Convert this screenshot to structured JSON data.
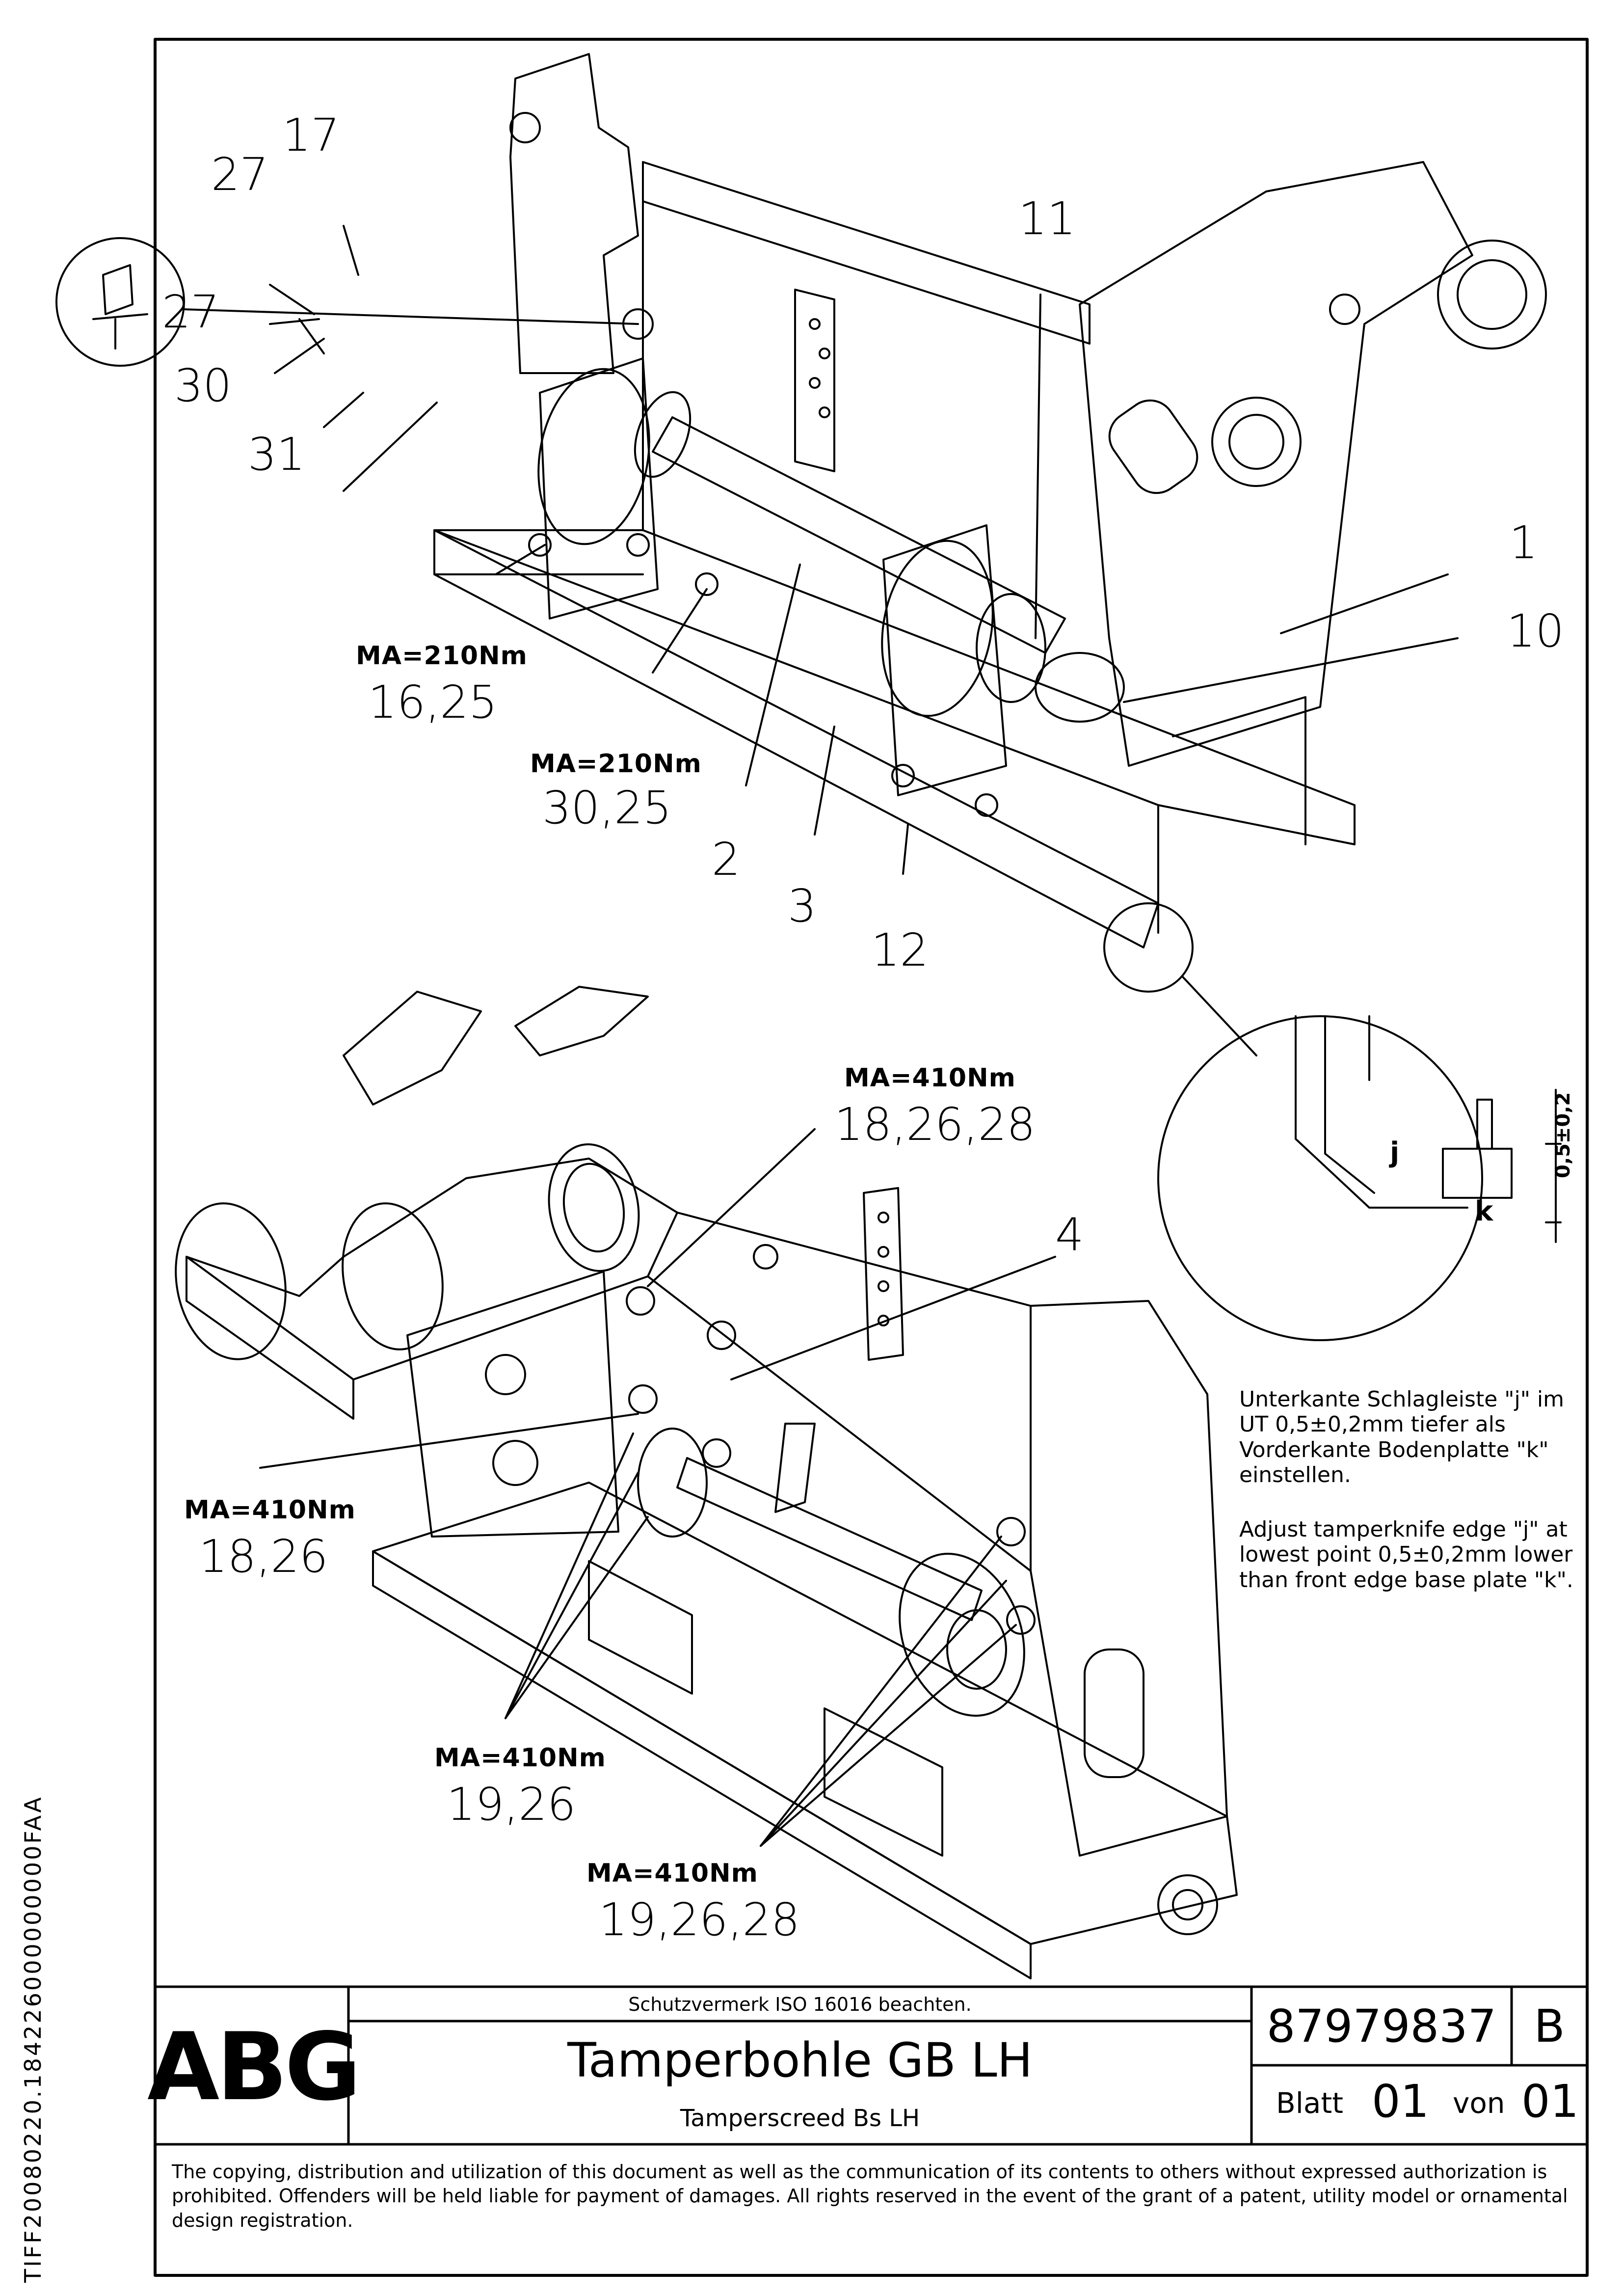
{
  "side_code": "TIFF20080220.184226000000000FAA",
  "callouts": {
    "c17": "17",
    "c27a": "27",
    "c27b": "27",
    "c30": "30",
    "c31": "31",
    "c11": "11",
    "c1": "1",
    "c10": "10",
    "c2": "2",
    "c3": "3",
    "c12": "12",
    "c4": "4"
  },
  "torques": [
    {
      "ma": "MA=210Nm",
      "refs": "16,25"
    },
    {
      "ma": "MA=210Nm",
      "refs": "30,25"
    },
    {
      "ma": "MA=410Nm",
      "refs": "18,26,28"
    },
    {
      "ma": "MA=410Nm",
      "refs": "18,26"
    },
    {
      "ma": "MA=410Nm",
      "refs": "19,26"
    },
    {
      "ma": "MA=410Nm",
      "refs": "19,26,28"
    }
  ],
  "detail": {
    "j": "j",
    "k": "k",
    "tolerance": "0,5±0,2"
  },
  "note": {
    "de": "Unterkante Schlagleiste \"j\" im UT 0,5±0,2mm tiefer als Vorderkante Bodenplatte \"k\" einstellen.",
    "en": "Adjust tamperknife edge \"j\" at lowest point 0,5±0,2mm lower than front edge base plate \"k\"."
  },
  "title_block": {
    "logo": "ABG",
    "protection": "Schutzvermerk ISO 16016 beachten.",
    "title": "Tamperbohle GB LH",
    "subtitle": "Tamperscreed Bs LH",
    "part_number": "87979837",
    "revision": "B",
    "sheet_label": "Blatt",
    "sheet_no": "01",
    "of_label": "von",
    "sheet_total": "01",
    "copyright": "The copying, distribution and utilization of this document as well as the communication of its contents to others without expressed authorization is prohibited. Offenders will be held liable for payment of damages. All rights reserved in the event of the grant of a patent, utility model or ornamental design registration."
  }
}
